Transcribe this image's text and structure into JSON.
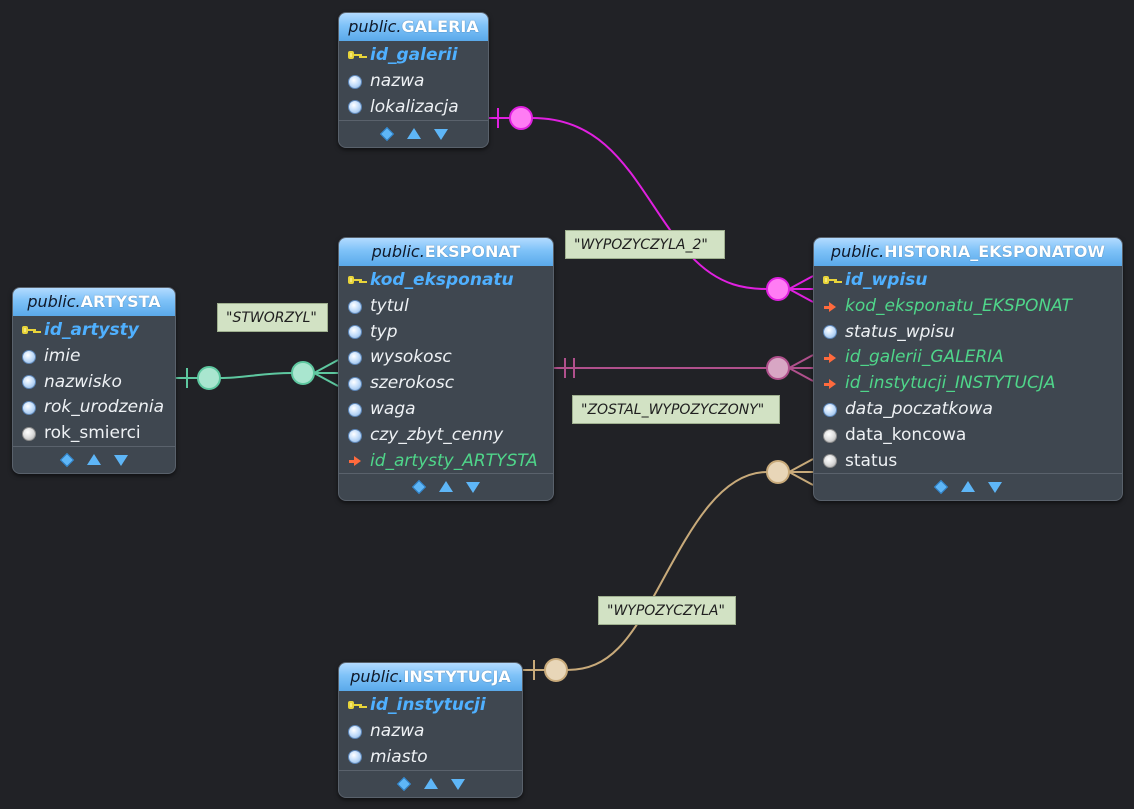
{
  "colors": {
    "background": "#212226",
    "galeria_rel": "#e020e0",
    "zostal_rel": "#b0508c",
    "artysta_rel": "#5ec8a0",
    "instytucja_rel": "#c8aa7a"
  },
  "entities": {
    "galeria": {
      "schema": "public.",
      "name": "GALERIA",
      "columns": [
        {
          "name": "id_galerii",
          "kind": "pk",
          "icon": "key-icon"
        },
        {
          "name": "nazwa",
          "kind": "attr",
          "icon": "column-dot-icon"
        },
        {
          "name": "lokalizacja",
          "kind": "attr",
          "icon": "column-dot-icon"
        }
      ]
    },
    "artysta": {
      "schema": "public.",
      "name": "ARTYSTA",
      "columns": [
        {
          "name": "id_artysty",
          "kind": "pk",
          "icon": "key-icon"
        },
        {
          "name": "imie",
          "kind": "attr",
          "icon": "column-dot-icon"
        },
        {
          "name": "nazwisko",
          "kind": "attr",
          "icon": "column-dot-icon"
        },
        {
          "name": "rok_urodzenia",
          "kind": "attr",
          "icon": "column-dot-icon"
        },
        {
          "name": "rok_smierci",
          "kind": "nullable",
          "icon": "nullable-dot-icon"
        }
      ]
    },
    "eksponat": {
      "schema": "public.",
      "name": "EKSPONAT",
      "columns": [
        {
          "name": "kod_eksponatu",
          "kind": "pk",
          "icon": "key-icon"
        },
        {
          "name": "tytul",
          "kind": "attr",
          "icon": "column-dot-icon"
        },
        {
          "name": "typ",
          "kind": "attr",
          "icon": "column-dot-icon"
        },
        {
          "name": "wysokosc",
          "kind": "attr",
          "icon": "column-dot-icon"
        },
        {
          "name": "szerokosc",
          "kind": "attr",
          "icon": "column-dot-icon"
        },
        {
          "name": "waga",
          "kind": "attr",
          "icon": "column-dot-icon"
        },
        {
          "name": "czy_zbyt_cenny",
          "kind": "attr",
          "icon": "column-dot-icon"
        },
        {
          "name": "id_artysty_ARTYSTA",
          "kind": "fk",
          "icon": "foreign-key-arrow-icon"
        }
      ]
    },
    "historia": {
      "schema": "public.",
      "name": "HISTORIA_EKSPONATOW",
      "columns": [
        {
          "name": "id_wpisu",
          "kind": "pk",
          "icon": "key-icon"
        },
        {
          "name": "kod_eksponatu_EKSPONAT",
          "kind": "fk",
          "icon": "foreign-key-arrow-icon"
        },
        {
          "name": "status_wpisu",
          "kind": "attr",
          "icon": "column-dot-icon"
        },
        {
          "name": "id_galerii_GALERIA",
          "kind": "fk",
          "icon": "foreign-key-arrow-icon"
        },
        {
          "name": "id_instytucji_INSTYTUCJA",
          "kind": "fk",
          "icon": "foreign-key-arrow-icon"
        },
        {
          "name": "data_poczatkowa",
          "kind": "attr",
          "icon": "column-dot-icon"
        },
        {
          "name": "data_koncowa",
          "kind": "nullable",
          "icon": "nullable-dot-icon"
        },
        {
          "name": "status",
          "kind": "nullable",
          "icon": "nullable-dot-icon"
        }
      ]
    },
    "instytucja": {
      "schema": "public.",
      "name": "INSTYTUCJA",
      "columns": [
        {
          "name": "id_instytucji",
          "kind": "pk",
          "icon": "key-icon"
        },
        {
          "name": "nazwa",
          "kind": "attr",
          "icon": "column-dot-icon"
        },
        {
          "name": "miasto",
          "kind": "attr",
          "icon": "column-dot-icon"
        }
      ]
    }
  },
  "relationships": {
    "stworzyl": {
      "label": "\"STWORZYL\""
    },
    "wypozyczyla_2": {
      "label": "\"WYPOZYCZYLA_2\""
    },
    "zostal_wypozyczony": {
      "label": "\"ZOSTAL_WYPOZYCZONY\""
    },
    "wypozyczyla": {
      "label": "\"WYPOZYCZYLA\""
    }
  }
}
